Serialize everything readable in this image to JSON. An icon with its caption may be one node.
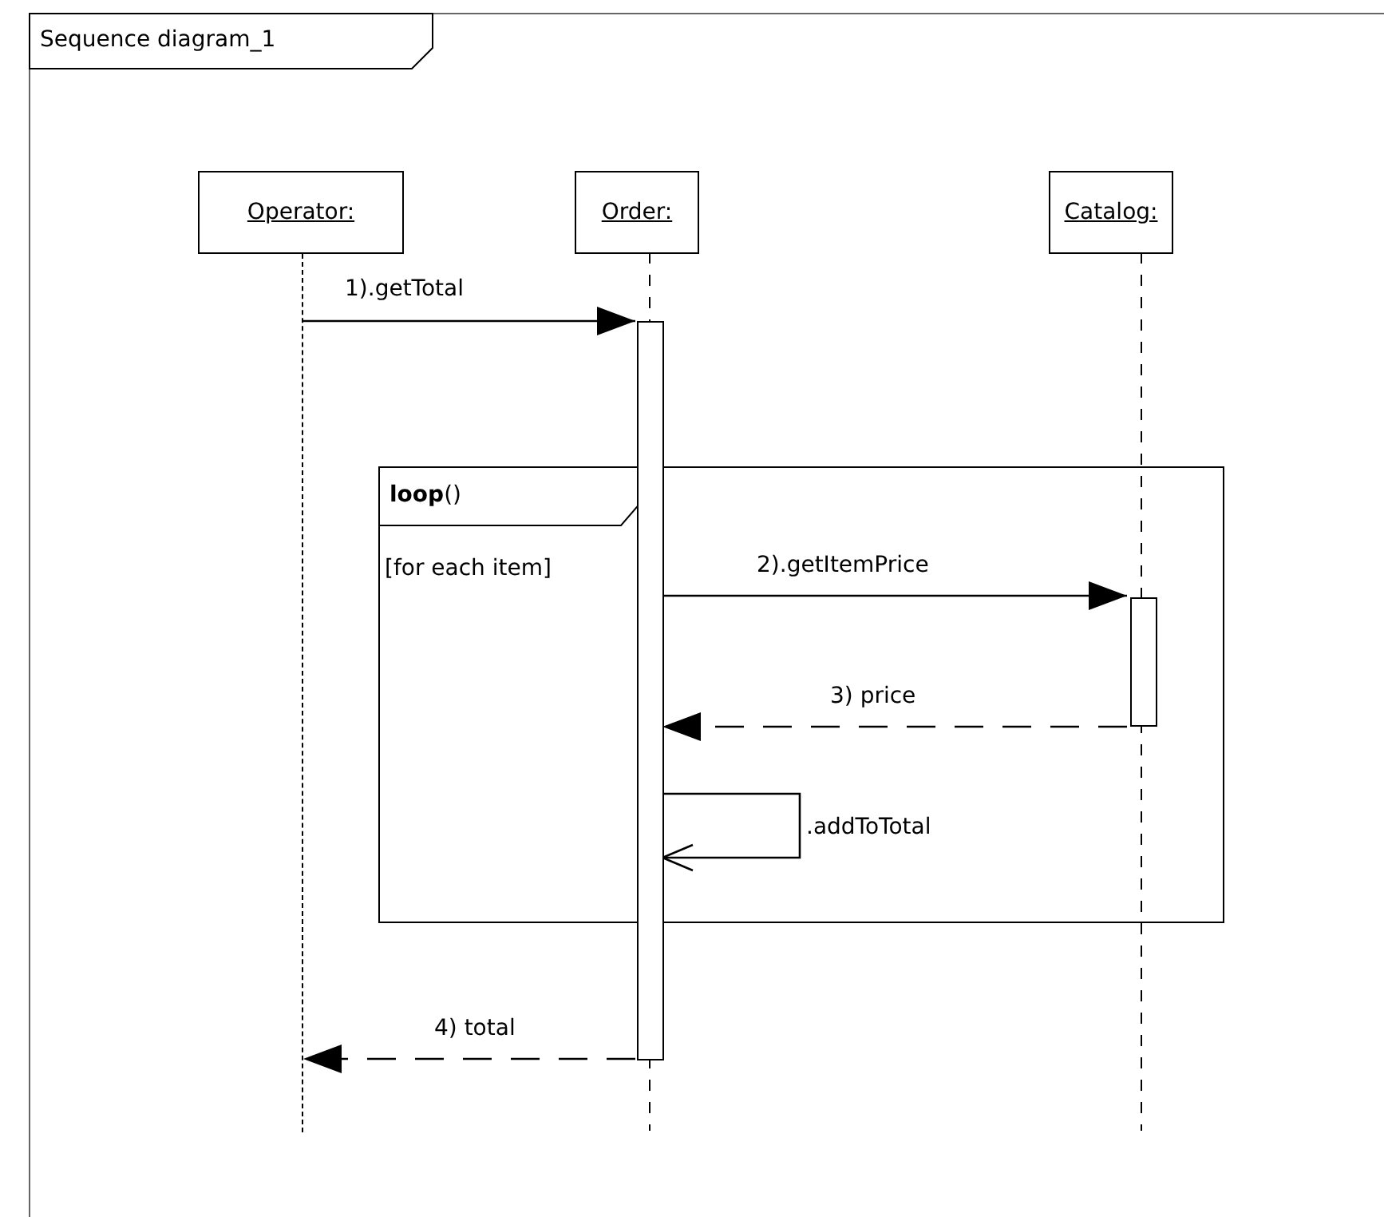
{
  "diagram": {
    "nodes": [
      {
        "text": [
          "Sequence diagram_1"
        ]
      },
      {
        "text": [
          "Operator:"
        ],
        "in": 0
      },
      {
        "text": [
          "Order:"
        ],
        "in": 0
      },
      {
        "text": [
          "Catalog:"
        ],
        "in": 0
      },
      {
        "text": [
          "**loop**()",
          "[for each item]"
        ],
        "in": 0
      },
      {
        "text": [],
        "shape": "line",
        "in": 0
      },
      {
        "text": [],
        "shape": "bar",
        "in": 0
      },
      {
        "text": [],
        "shape": "bar",
        "in": 4
      }
    ],
    "edges": [
      {
        "from": 5,
        "to": 6,
        "arrow": "to",
        "label": "1).getTotal"
      },
      {
        "from": 6,
        "to": 7,
        "arrow": "to",
        "label": "2).getItemPrice"
      },
      {
        "from": 7,
        "to": 6,
        "arrow": "to",
        "label": "3) price",
        "style": "dashed"
      },
      {
        "from": 6,
        "to": 6,
        "arrow": "to",
        "label": ".addToTotal"
      },
      {
        "from": 6,
        "to": 5,
        "arrow": "to",
        "label": "4) total",
        "style": "dashed"
      }
    ]
  }
}
